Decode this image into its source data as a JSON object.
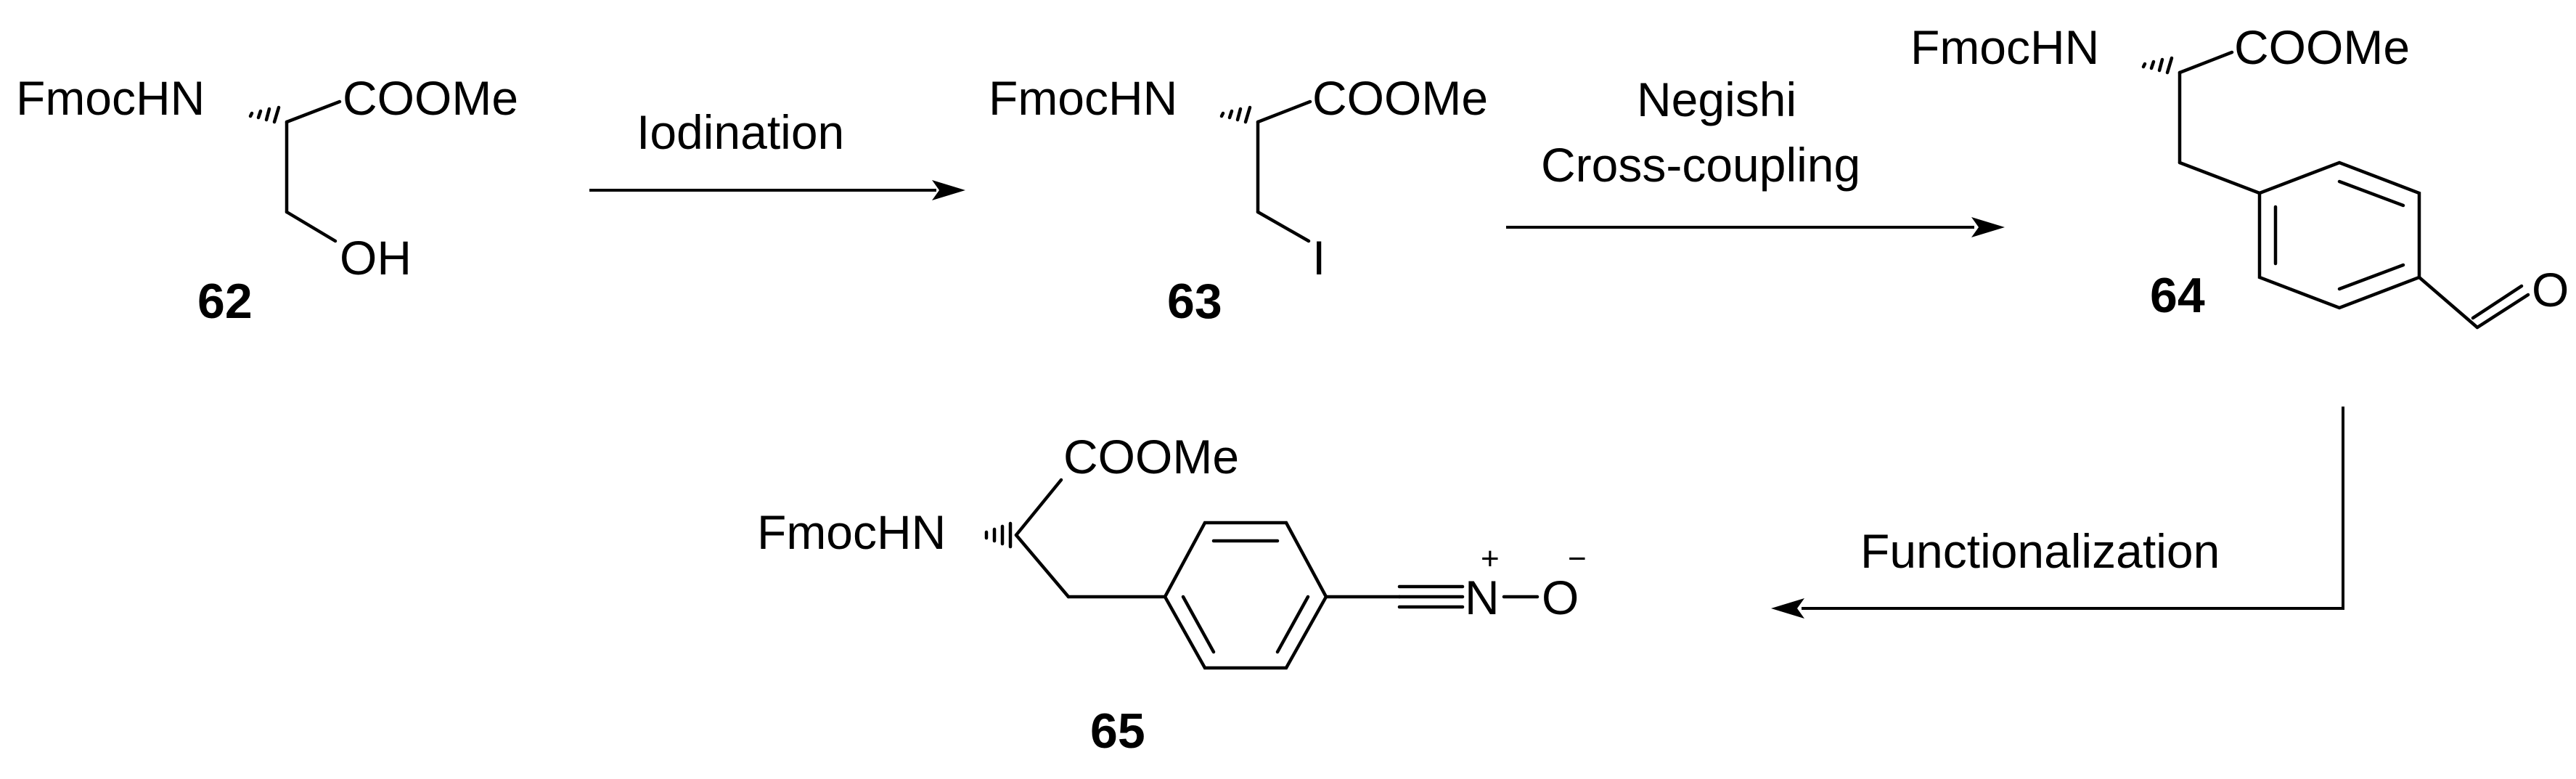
{
  "compounds": {
    "c62": {
      "number": "62",
      "amine_label": "FmocHN",
      "ester_label": "COOMe",
      "substituent_label": "OH"
    },
    "c63": {
      "number": "63",
      "amine_label": "FmocHN",
      "ester_label": "COOMe",
      "substituent_label": "I"
    },
    "c64": {
      "number": "64",
      "amine_label": "FmocHN",
      "ester_label": "COOMe",
      "aldehyde_o_label": "O"
    },
    "c65": {
      "number": "65",
      "amine_label": "FmocHN",
      "ester_label": "COOMe",
      "nitrogen_label": "N",
      "nitrogen_charge": "+",
      "oxygen_label": "O",
      "oxygen_charge": "−"
    }
  },
  "reactions": {
    "step1": {
      "label": "Iodination"
    },
    "step2": {
      "line1": "Negishi",
      "line2": "Cross-coupling"
    },
    "step3": {
      "label": "Functionalization"
    }
  }
}
